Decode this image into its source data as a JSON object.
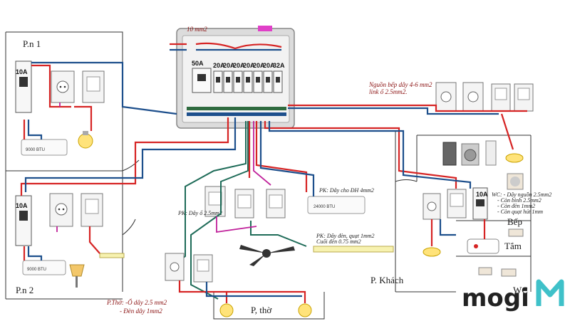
{
  "rooms": {
    "pn1": "P.n 1",
    "pn2": "P.n 2",
    "khach": "P. Khách",
    "tho": "P, thờ",
    "bep": "Bếp",
    "tam": "Tắm",
    "wc": "WC"
  },
  "panel": {
    "main_breaker": "50A",
    "breakers": [
      "20A",
      "20A",
      "20A",
      "20A",
      "20A",
      "20A",
      "32A"
    ],
    "top_label": "10 mm2"
  },
  "room_breakers": {
    "pn1": "10A",
    "pn2": "10A",
    "bep": "10A"
  },
  "ac_units": {
    "pn1": "9000 BTU",
    "pn2": "9000 BTU",
    "khach": "24000 BTU"
  },
  "notes": {
    "bep_feed_line1": "Nguồn bếp dây 4-6 mm2",
    "bep_feed_line2": "link ổ 2.5mm2.",
    "ac_khach": "PK: Dây cho ĐH 4mm2",
    "socket_khach": "PK: Dây ổ 2.5mm2",
    "fan_line1": "PK: Dây đèn, quạt 1mm2",
    "fan_line2": "Cuối đèn 0.75 mm2",
    "tho_line1": "P.Thờ: -Ổ dây 2.5 mm2",
    "tho_line2": "- Đèn dây 1mm2",
    "wc_line1": "WC: - Dây nguồn 2.5mm2",
    "wc_line2": "- Còn bình 2.5mm2",
    "wc_line3": "- Còn đèn 1mm2",
    "wc_line4": "- Còn quạt hút 1mm"
  },
  "logo": {
    "text": "mogi"
  },
  "colors": {
    "live": "#d62424",
    "neutral": "#1d4f8c",
    "earth": "#1e6b58",
    "control": "#c0209a",
    "logo_accent": "#3fc1c9"
  }
}
